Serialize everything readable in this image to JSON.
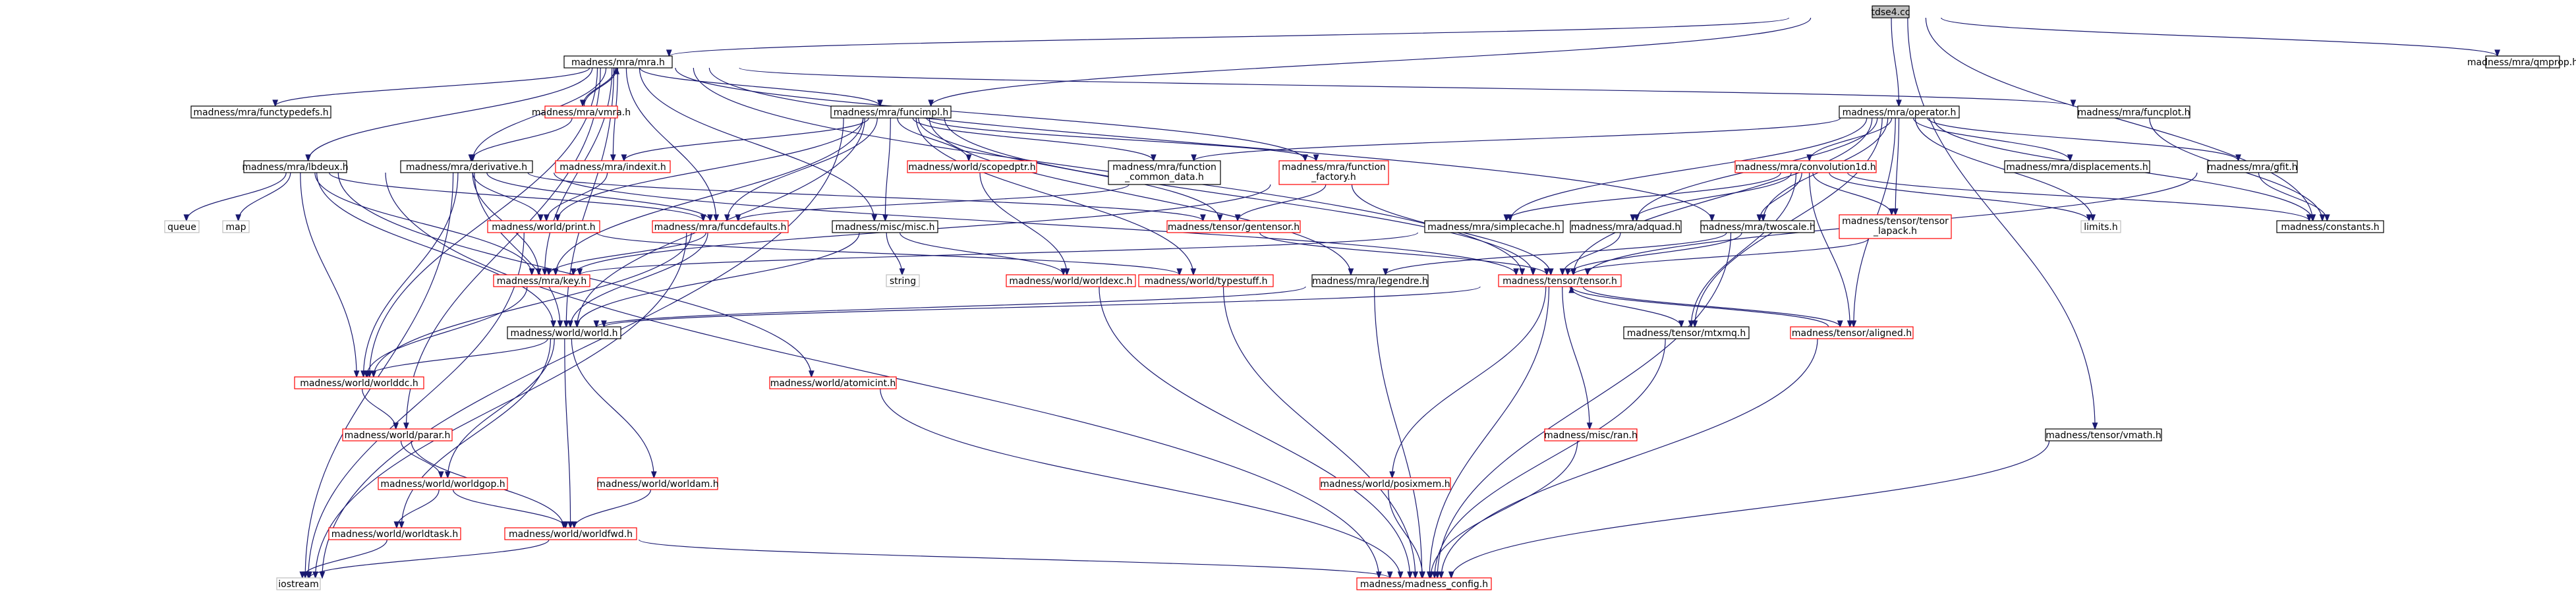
{
  "colors": {
    "edge": "#191970",
    "border_normal": "#000000",
    "border_incomplete": "#ff0000",
    "border_system": "#bfbfbf",
    "fill_root": "#bfbfbf",
    "fill_normal": "#ffffff"
  },
  "nodes": [
    {
      "id": "root",
      "label": [
        "tdse4.cc"
      ],
      "kind": "root"
    },
    {
      "id": "mra",
      "label": [
        "madness/mra/mra.h"
      ],
      "kind": "normal"
    },
    {
      "id": "qmprop",
      "label": [
        "madness/mra/qmprop.h"
      ],
      "kind": "normal"
    },
    {
      "id": "functypedefs",
      "label": [
        "madness/mra/functypedefs.h"
      ],
      "kind": "normal"
    },
    {
      "id": "vmra",
      "label": [
        "madness/mra/vmra.h"
      ],
      "kind": "incomplete"
    },
    {
      "id": "funcimpl",
      "label": [
        "madness/mra/funcimpl.h"
      ],
      "kind": "normal"
    },
    {
      "id": "operator",
      "label": [
        "madness/mra/operator.h"
      ],
      "kind": "normal"
    },
    {
      "id": "funcplot",
      "label": [
        "madness/mra/funcplot.h"
      ],
      "kind": "normal"
    },
    {
      "id": "lbdeux",
      "label": [
        "madness/mra/lbdeux.h"
      ],
      "kind": "normal"
    },
    {
      "id": "derivative",
      "label": [
        "madness/mra/derivative.h"
      ],
      "kind": "normal"
    },
    {
      "id": "indexit",
      "label": [
        "madness/mra/indexit.h"
      ],
      "kind": "incomplete"
    },
    {
      "id": "scopedptr",
      "label": [
        "madness/world/scopedptr.h"
      ],
      "kind": "incomplete"
    },
    {
      "id": "fcdata",
      "label": [
        "madness/mra/function",
        "_common_data.h"
      ],
      "kind": "normal"
    },
    {
      "id": "ffactory",
      "label": [
        "madness/mra/function",
        "_factory.h"
      ],
      "kind": "incomplete"
    },
    {
      "id": "convolution1d",
      "label": [
        "madness/mra/convolution1d.h"
      ],
      "kind": "incomplete"
    },
    {
      "id": "displacements",
      "label": [
        "madness/mra/displacements.h"
      ],
      "kind": "normal"
    },
    {
      "id": "gfit",
      "label": [
        "madness/mra/gfit.h"
      ],
      "kind": "normal"
    },
    {
      "id": "queue",
      "label": [
        "queue"
      ],
      "kind": "system"
    },
    {
      "id": "map",
      "label": [
        "map"
      ],
      "kind": "system"
    },
    {
      "id": "print",
      "label": [
        "madness/world/print.h"
      ],
      "kind": "incomplete"
    },
    {
      "id": "funcdefaults",
      "label": [
        "madness/mra/funcdefaults.h"
      ],
      "kind": "incomplete"
    },
    {
      "id": "miscmisc",
      "label": [
        "madness/misc/misc.h"
      ],
      "kind": "normal"
    },
    {
      "id": "gentensor",
      "label": [
        "madness/tensor/gentensor.h"
      ],
      "kind": "incomplete"
    },
    {
      "id": "simplecache",
      "label": [
        "madness/mra/simplecache.h"
      ],
      "kind": "normal"
    },
    {
      "id": "adquad",
      "label": [
        "madness/mra/adquad.h"
      ],
      "kind": "normal"
    },
    {
      "id": "twoscale",
      "label": [
        "madness/mra/twoscale.h"
      ],
      "kind": "normal"
    },
    {
      "id": "tensorlapack",
      "label": [
        "madness/tensor/tensor",
        "_lapack.h"
      ],
      "kind": "incomplete"
    },
    {
      "id": "limits",
      "label": [
        "limits.h"
      ],
      "kind": "system"
    },
    {
      "id": "constants",
      "label": [
        "madness/constants.h"
      ],
      "kind": "normal"
    },
    {
      "id": "key",
      "label": [
        "madness/mra/key.h"
      ],
      "kind": "incomplete"
    },
    {
      "id": "string",
      "label": [
        "string"
      ],
      "kind": "system"
    },
    {
      "id": "worldexc",
      "label": [
        "madness/world/worldexc.h"
      ],
      "kind": "incomplete"
    },
    {
      "id": "typestuff",
      "label": [
        "madness/world/typestuff.h"
      ],
      "kind": "incomplete"
    },
    {
      "id": "legendre",
      "label": [
        "madness/mra/legendre.h"
      ],
      "kind": "normal"
    },
    {
      "id": "tensor",
      "label": [
        "madness/tensor/tensor.h"
      ],
      "kind": "incomplete"
    },
    {
      "id": "world",
      "label": [
        "madness/world/world.h"
      ],
      "kind": "normal"
    },
    {
      "id": "mtxmq",
      "label": [
        "madness/tensor/mtxmq.h"
      ],
      "kind": "normal"
    },
    {
      "id": "aligned",
      "label": [
        "madness/tensor/aligned.h"
      ],
      "kind": "incomplete"
    },
    {
      "id": "worlddc",
      "label": [
        "madness/world/worlddc.h"
      ],
      "kind": "incomplete"
    },
    {
      "id": "atomicint",
      "label": [
        "madness/world/atomicint.h"
      ],
      "kind": "incomplete"
    },
    {
      "id": "parar",
      "label": [
        "madness/world/parar.h"
      ],
      "kind": "incomplete"
    },
    {
      "id": "ran",
      "label": [
        "madness/misc/ran.h"
      ],
      "kind": "incomplete"
    },
    {
      "id": "vmath",
      "label": [
        "madness/tensor/vmath.h"
      ],
      "kind": "normal"
    },
    {
      "id": "worldgop",
      "label": [
        "madness/world/worldgop.h"
      ],
      "kind": "incomplete"
    },
    {
      "id": "worldam",
      "label": [
        "madness/world/worldam.h"
      ],
      "kind": "incomplete"
    },
    {
      "id": "posixmem",
      "label": [
        "madness/world/posixmem.h"
      ],
      "kind": "incomplete"
    },
    {
      "id": "worldtask",
      "label": [
        "madness/world/worldtask.h"
      ],
      "kind": "incomplete"
    },
    {
      "id": "worldfwd",
      "label": [
        "madness/world/worldfwd.h"
      ],
      "kind": "incomplete"
    },
    {
      "id": "iostream",
      "label": [
        "iostream"
      ],
      "kind": "system"
    },
    {
      "id": "config",
      "label": [
        "madness/madness_config.h"
      ],
      "kind": "incomplete"
    }
  ],
  "edges": [
    [
      "root",
      "mra"
    ],
    [
      "root",
      "qmprop"
    ],
    [
      "root",
      "operator"
    ],
    [
      "root",
      "funcimpl"
    ],
    [
      "root",
      "constants"
    ],
    [
      "root",
      "vmath"
    ],
    [
      "mra",
      "functypedefs"
    ],
    [
      "mra",
      "vmra"
    ],
    [
      "mra",
      "funcimpl"
    ],
    [
      "mra",
      "funcplot"
    ],
    [
      "mra",
      "lbdeux"
    ],
    [
      "mra",
      "derivative"
    ],
    [
      "mra",
      "indexit"
    ],
    [
      "mra",
      "ffactory"
    ],
    [
      "mra",
      "funcdefaults"
    ],
    [
      "mra",
      "miscmisc"
    ],
    [
      "mra",
      "key"
    ],
    [
      "mra",
      "worlddc"
    ],
    [
      "mra",
      "parar"
    ],
    [
      "mra",
      "tensor"
    ],
    [
      "mra",
      "world"
    ],
    [
      "mra",
      "twoscale"
    ],
    [
      "vmra",
      "mra"
    ],
    [
      "vmra",
      "derivative"
    ],
    [
      "funcimpl",
      "scopedptr"
    ],
    [
      "funcimpl",
      "fcdata"
    ],
    [
      "funcimpl",
      "ffactory"
    ],
    [
      "funcimpl",
      "indexit"
    ],
    [
      "funcimpl",
      "print"
    ],
    [
      "funcimpl",
      "funcdefaults"
    ],
    [
      "funcimpl",
      "miscmisc"
    ],
    [
      "funcimpl",
      "gentensor"
    ],
    [
      "funcimpl",
      "key"
    ],
    [
      "funcimpl",
      "typestuff"
    ],
    [
      "funcimpl",
      "legendre"
    ],
    [
      "funcimpl",
      "tensor"
    ],
    [
      "funcimpl",
      "world"
    ],
    [
      "funcimpl",
      "iostream"
    ],
    [
      "operator",
      "fcdata"
    ],
    [
      "operator",
      "convolution1d"
    ],
    [
      "operator",
      "displacements"
    ],
    [
      "operator",
      "gfit"
    ],
    [
      "operator",
      "simplecache"
    ],
    [
      "operator",
      "adquad"
    ],
    [
      "operator",
      "twoscale"
    ],
    [
      "operator",
      "tensorlapack"
    ],
    [
      "operator",
      "limits"
    ],
    [
      "operator",
      "constants"
    ],
    [
      "operator",
      "tensor"
    ],
    [
      "operator",
      "mtxmq"
    ],
    [
      "operator",
      "aligned"
    ],
    [
      "funcplot",
      "constants"
    ],
    [
      "lbdeux",
      "queue"
    ],
    [
      "lbdeux",
      "map"
    ],
    [
      "lbdeux",
      "funcdefaults"
    ],
    [
      "lbdeux",
      "key"
    ],
    [
      "lbdeux",
      "world"
    ],
    [
      "lbdeux",
      "worlddc"
    ],
    [
      "lbdeux",
      "config"
    ],
    [
      "lbdeux",
      "atomicint"
    ],
    [
      "derivative",
      "print"
    ],
    [
      "derivative",
      "funcdefaults"
    ],
    [
      "derivative",
      "key"
    ],
    [
      "derivative",
      "gentensor"
    ],
    [
      "derivative",
      "worlddc"
    ],
    [
      "derivative",
      "world"
    ],
    [
      "derivative",
      "iostream"
    ],
    [
      "derivative",
      "tensor"
    ],
    [
      "indexit",
      "print"
    ],
    [
      "scopedptr",
      "worldexc"
    ],
    [
      "fcdata",
      "funcdefaults"
    ],
    [
      "ffactory",
      "gentensor"
    ],
    [
      "ffactory",
      "key"
    ],
    [
      "ffactory",
      "tensor"
    ],
    [
      "convolution1d",
      "adquad"
    ],
    [
      "convolution1d",
      "twoscale"
    ],
    [
      "convolution1d",
      "simplecache"
    ],
    [
      "convolution1d",
      "tensorlapack"
    ],
    [
      "convolution1d",
      "limits"
    ],
    [
      "convolution1d",
      "constants"
    ],
    [
      "convolution1d",
      "mtxmq"
    ],
    [
      "convolution1d",
      "aligned"
    ],
    [
      "gfit",
      "constants"
    ],
    [
      "gfit",
      "tensor"
    ],
    [
      "print",
      "typestuff"
    ],
    [
      "print",
      "iostream"
    ],
    [
      "funcdefaults",
      "key"
    ],
    [
      "funcdefaults",
      "world"
    ],
    [
      "funcdefaults",
      "worlddc"
    ],
    [
      "funcdefaults",
      "iostream"
    ],
    [
      "miscmisc",
      "string"
    ],
    [
      "miscmisc",
      "worldexc"
    ],
    [
      "miscmisc",
      "world"
    ],
    [
      "gentensor",
      "tensor"
    ],
    [
      "simplecache",
      "key"
    ],
    [
      "adquad",
      "tensor"
    ],
    [
      "twoscale",
      "tensor"
    ],
    [
      "twoscale",
      "legendre"
    ],
    [
      "twoscale",
      "config"
    ],
    [
      "tensorlapack",
      "tensor"
    ],
    [
      "key",
      "worlddc"
    ],
    [
      "worldexc",
      "config"
    ],
    [
      "typestuff",
      "config"
    ],
    [
      "legendre",
      "world"
    ],
    [
      "legendre",
      "config"
    ],
    [
      "tensor",
      "mtxmq"
    ],
    [
      "tensor",
      "aligned"
    ],
    [
      "tensor",
      "ran"
    ],
    [
      "tensor",
      "posixmem"
    ],
    [
      "tensor",
      "config"
    ],
    [
      "tensor",
      "world"
    ],
    [
      "aligned",
      "tensor"
    ],
    [
      "aligned",
      "config"
    ],
    [
      "mtxmq",
      "config"
    ],
    [
      "world",
      "worlddc"
    ],
    [
      "world",
      "worldgop"
    ],
    [
      "world",
      "worldam"
    ],
    [
      "world",
      "worldtask"
    ],
    [
      "world",
      "worldfwd"
    ],
    [
      "worlddc",
      "parar"
    ],
    [
      "parar",
      "worldgop"
    ],
    [
      "parar",
      "worldfwd"
    ],
    [
      "worldgop",
      "worldtask"
    ],
    [
      "worldgop",
      "worldfwd"
    ],
    [
      "worldam",
      "worldfwd"
    ],
    [
      "worldtask",
      "iostream"
    ],
    [
      "worldfwd",
      "iostream"
    ],
    [
      "worldfwd",
      "config"
    ],
    [
      "atomicint",
      "config"
    ],
    [
      "ran",
      "config"
    ],
    [
      "posixmem",
      "config"
    ],
    [
      "vmath",
      "config"
    ]
  ]
}
